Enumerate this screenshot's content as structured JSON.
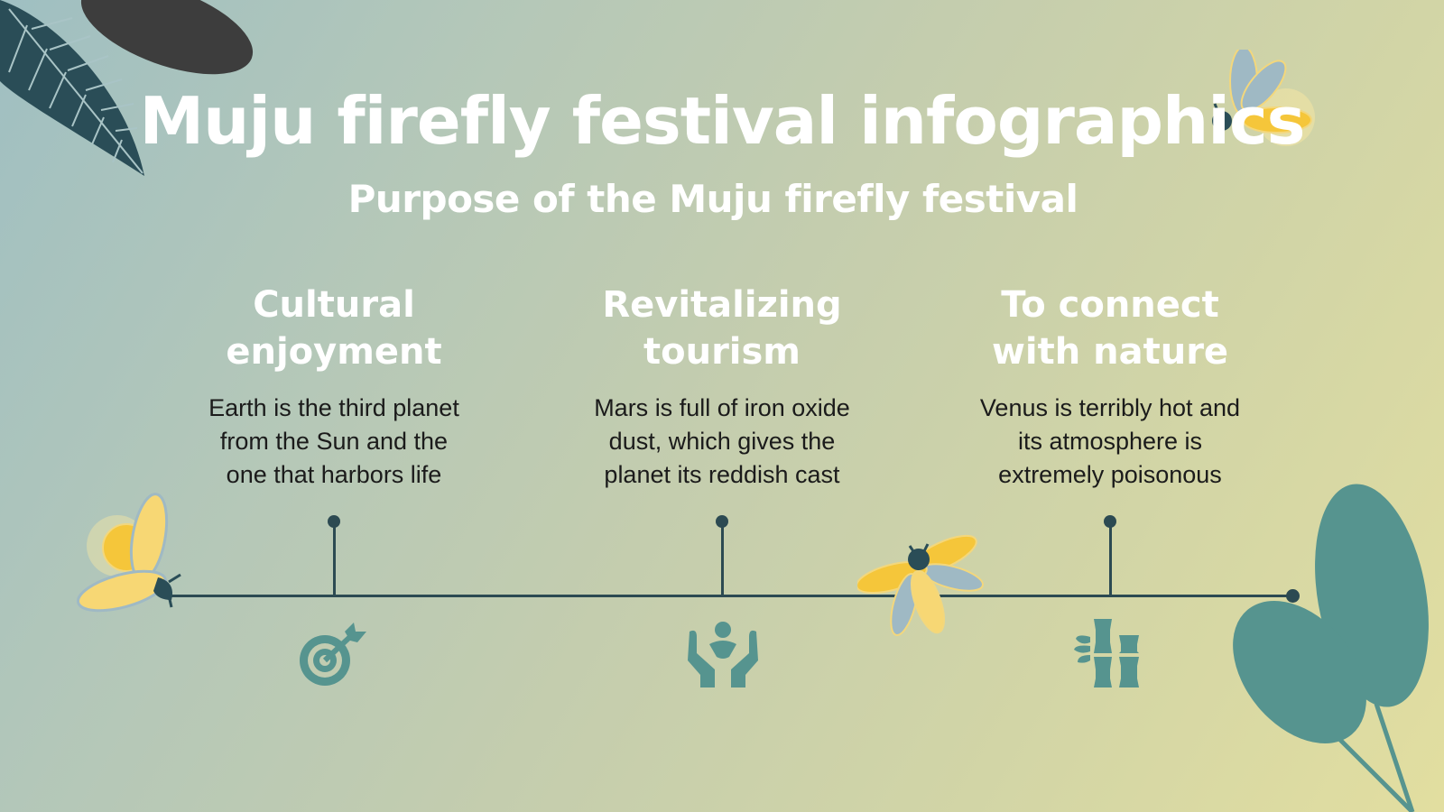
{
  "slide": {
    "title": "Muju firefly festival infographics",
    "subtitle": "Purpose of the Muju firefly festival",
    "colors": {
      "background_start": "#9fbfc2",
      "background_end": "#e2dea0",
      "title_text": "#ffffff",
      "body_text": "#1b1b1b",
      "timeline": "#2c4a52",
      "icon_teal": "#56948f",
      "leaf_dark": "#2a4d57",
      "leaf_charcoal": "#3d3d3d",
      "firefly_yellow": "#f5c63a",
      "firefly_blue": "#9fb9c4"
    },
    "columns": [
      {
        "heading": "Cultural\nenjoyment",
        "text": "Earth is the third planet\nfrom the Sun and the\none that harbors life",
        "icon": "target-arrow-icon"
      },
      {
        "heading": "Revitalizing\ntourism",
        "text": "Mars is full of iron oxide\ndust, which gives the\nplanet its reddish cast",
        "icon": "hands-person-icon"
      },
      {
        "heading": "To connect\nwith nature",
        "text": "Venus is terribly hot and\nits atmosphere is\nextremely poisonous",
        "icon": "bamboo-icon"
      }
    ]
  }
}
